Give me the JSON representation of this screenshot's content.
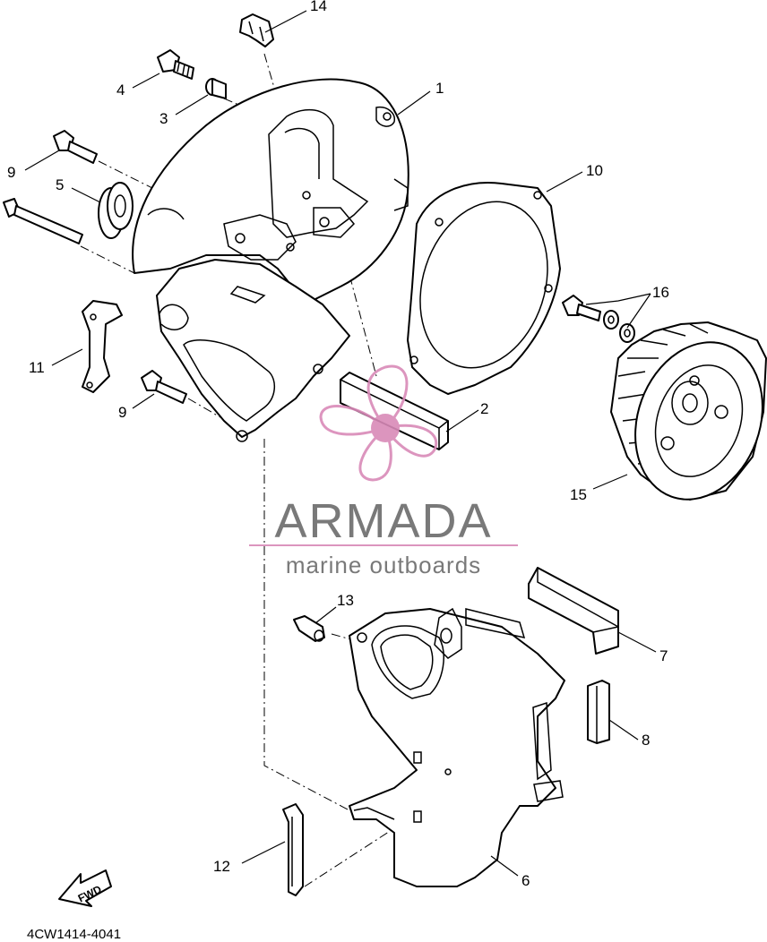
{
  "drawing_code": "4CW1414-4041",
  "direction_tag": "FWD",
  "watermark": {
    "brand": "ARMADA",
    "tagline": "marine outboards",
    "accent_color": "#d98ab8",
    "text_color": "#6b6b6b",
    "icon": "propeller-logo-icon"
  },
  "callouts": {
    "p1": "1",
    "p2": "2",
    "p3": "3",
    "p4": "4",
    "p5": "5",
    "p6": "6",
    "p7": "7",
    "p8": "8",
    "p9a": "9",
    "p9b": "9",
    "p10": "10",
    "p11": "11",
    "p12": "12",
    "p13": "13",
    "p14": "14",
    "p15": "15",
    "p16": "16"
  }
}
